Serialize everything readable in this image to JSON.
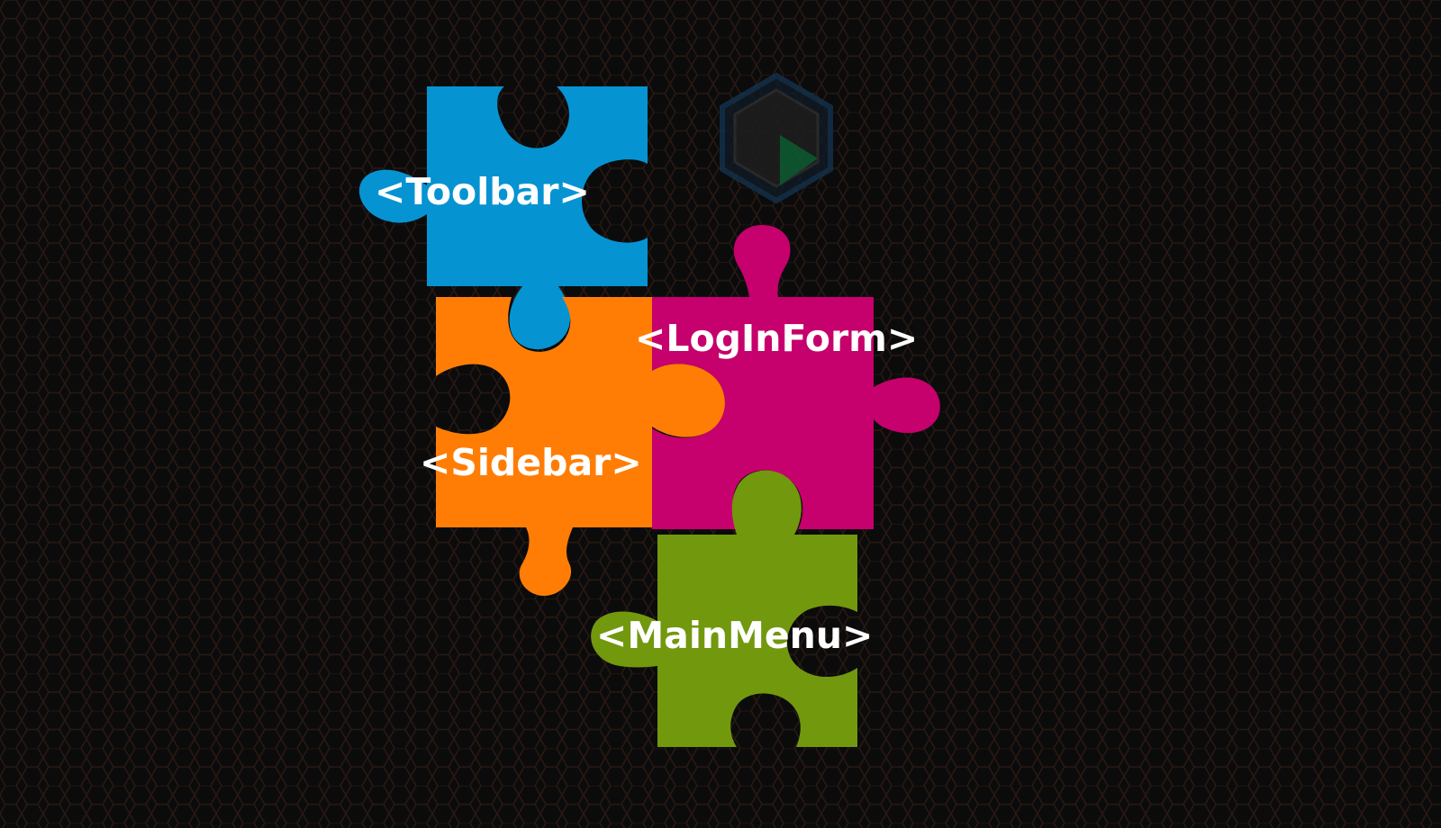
{
  "scene": {
    "background_color": "#0b0b0b",
    "pattern": "hexagon-grid",
    "pattern_color": "#2b1a14"
  },
  "logo": {
    "icon": "hexagon-play-logo-icon",
    "colors": [
      "#13263a",
      "#2a2a2a",
      "#0e5e33"
    ]
  },
  "pieces": [
    {
      "id": "toolbar",
      "label": "<Toolbar>",
      "color": "#0693d2"
    },
    {
      "id": "sidebar",
      "label": "<Sidebar>",
      "color": "#ff7d05"
    },
    {
      "id": "loginform",
      "label": "<LogInForm>",
      "color": "#c6006c"
    },
    {
      "id": "mainmenu",
      "label": "<MainMenu>",
      "color": "#72980e"
    }
  ]
}
